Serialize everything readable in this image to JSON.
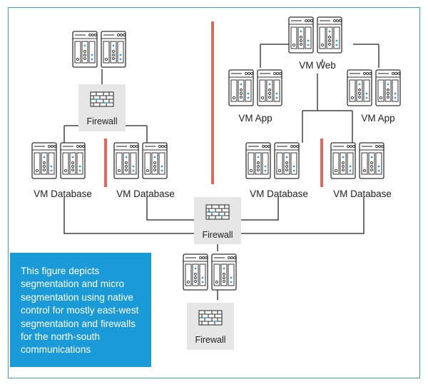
{
  "labels": {
    "vm_web": "VM Web",
    "vm_app": "VM App",
    "vm_database": "VM Database",
    "firewall": "Firewall"
  },
  "caption": "This figure depicts segmentation and micro segmentation using native control for mostly east-west segmentation and firewalls for the north-south communications",
  "colors": {
    "frame_border": "#3a9fd6",
    "caption_bg": "#1a9bd7",
    "segment_bar": "#e2675c",
    "firewall_bg": "#e6e6e6",
    "server_accent": "#3b9ad9"
  }
}
